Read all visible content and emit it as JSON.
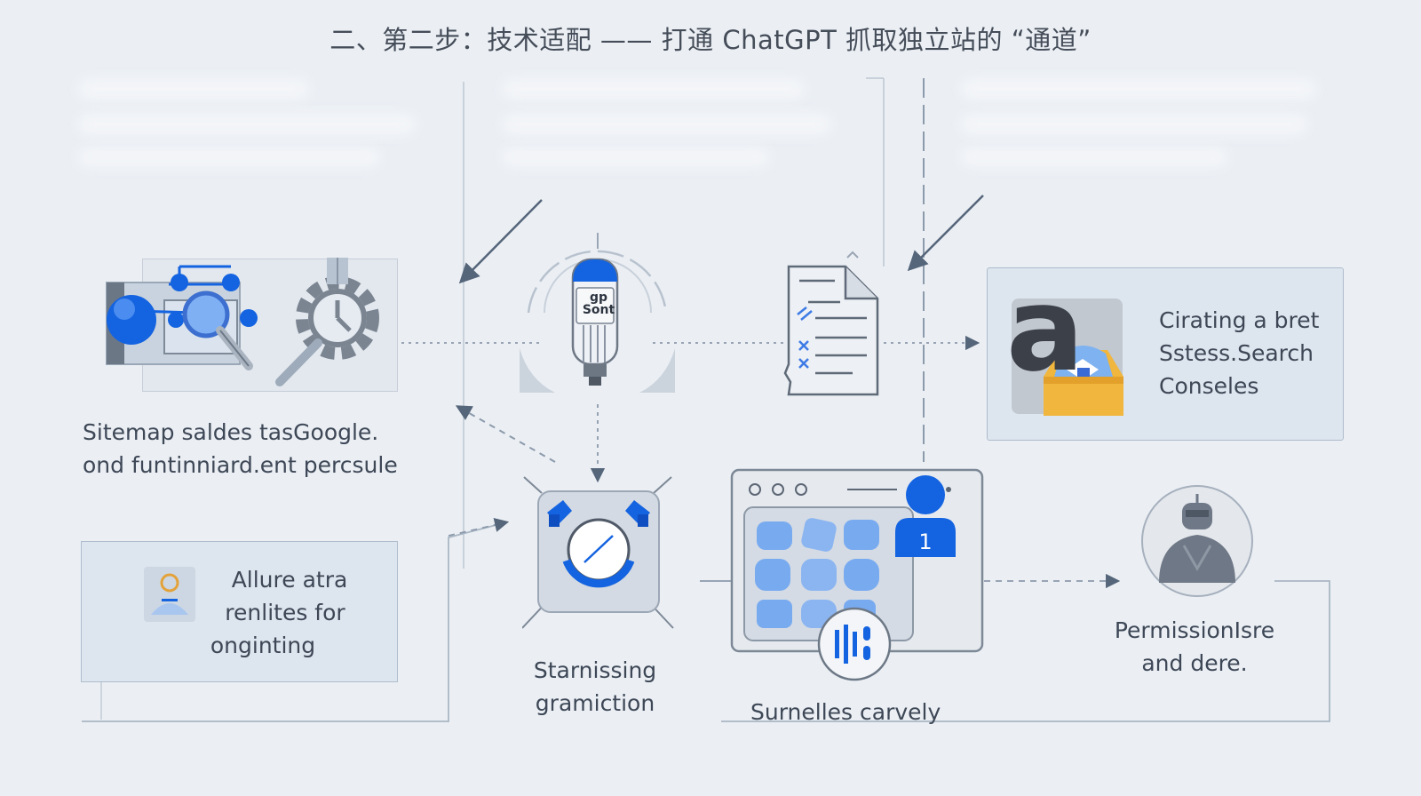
{
  "title": "二、第二步：技术适配 —— 打通 ChatGPT 抓取独立站的 “通道”",
  "nodes": {
    "sitemap": {
      "label_line1": "Sitemap saldes tasGoogle.",
      "label_line2": "ond funtinniard.ent percsule"
    },
    "bulb": {
      "chip_line1": "gp",
      "chip_line2": "Sont"
    },
    "search_console": {
      "logo_letter": "a",
      "line1": "Cirating a bret",
      "line2": "Sstess.Search",
      "line3": "Conseles"
    },
    "allure": {
      "line1": "Allure atra",
      "line2": "renlites for",
      "line3": "onginting"
    },
    "gauge": {
      "line1": "Starnissing",
      "line2": "gramiction"
    },
    "browser": {
      "badge_text": "1",
      "caption": "Surnelles carvely"
    },
    "permission": {
      "line1": "PermissionIsre",
      "line2": "and dere."
    }
  },
  "colors": {
    "accent": "#1463e0",
    "accent_light": "#6aa2ef",
    "line": "#8c9aab",
    "arrow": "#55657a",
    "box_fill": "#dde5ee"
  }
}
